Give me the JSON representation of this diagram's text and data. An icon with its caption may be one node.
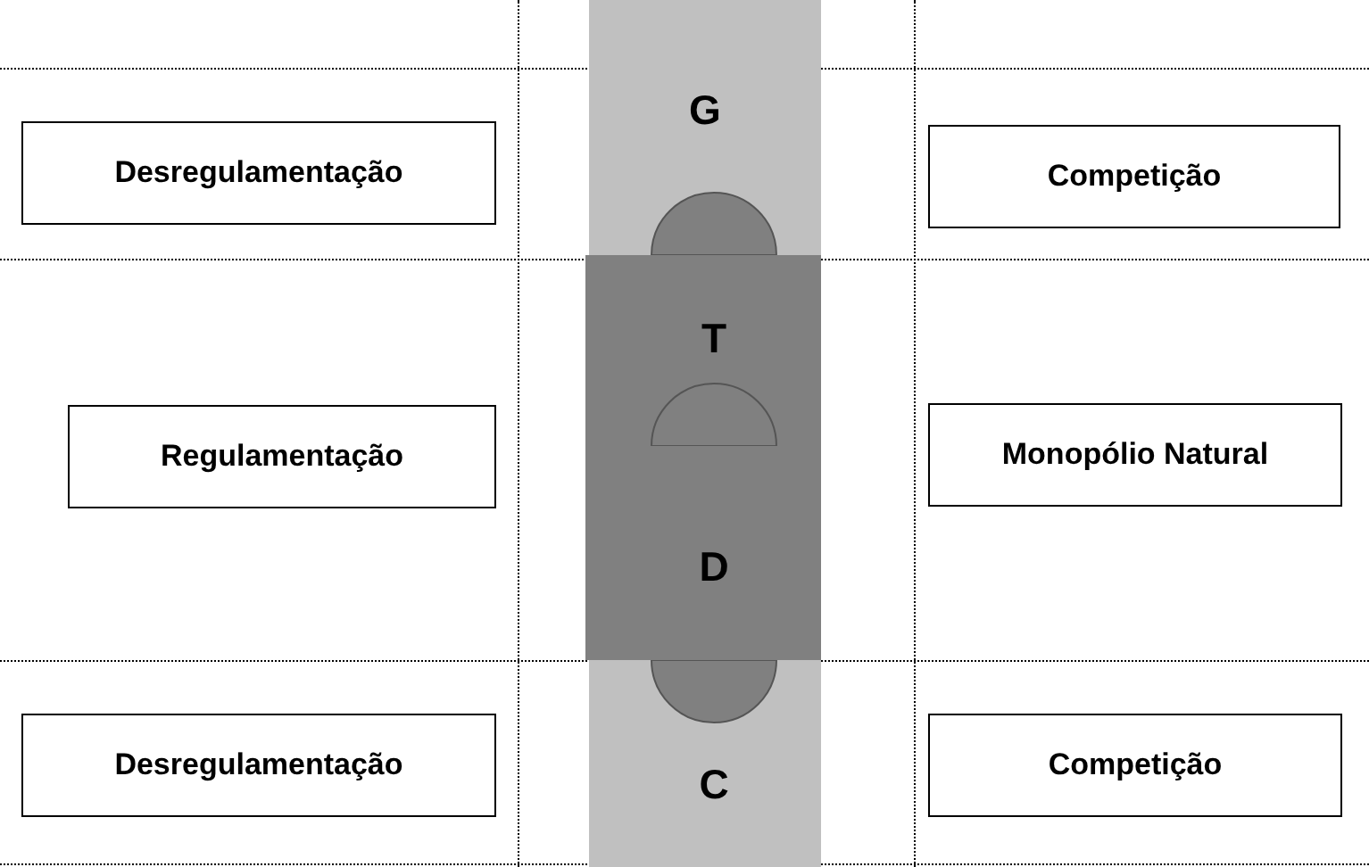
{
  "diagram": {
    "nodes": [
      {
        "text": [
          "Desregulamentação"
        ]
      },
      {
        "text": [
          "G"
        ]
      },
      {
        "text": [
          "Competição"
        ]
      },
      {
        "text": [
          "T"
        ]
      },
      {
        "text": [
          "Regulamentação"
        ]
      },
      {
        "text": [
          "Monopólio Natural"
        ]
      },
      {
        "text": [
          "D"
        ]
      },
      {
        "text": [
          "Desregulamentação"
        ]
      },
      {
        "text": [
          "C"
        ]
      },
      {
        "text": [
          "Competição"
        ]
      }
    ]
  }
}
